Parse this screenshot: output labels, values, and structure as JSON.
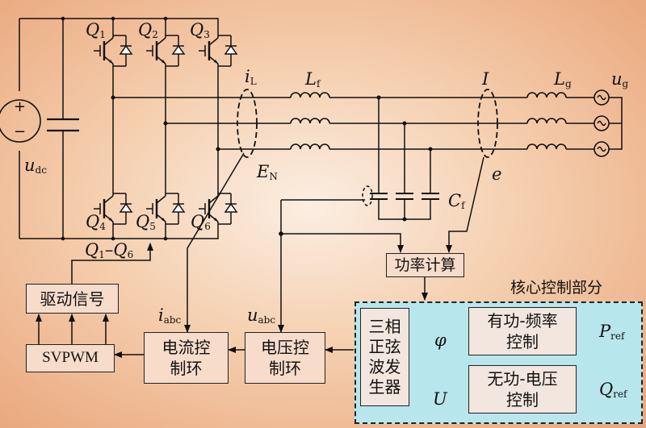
{
  "components": {
    "switches": [
      "Q1",
      "Q2",
      "Q3",
      "Q4",
      "Q5",
      "Q6"
    ],
    "source": {
      "plus": "+",
      "minus": "−"
    }
  },
  "labels": {
    "Q1": {
      "main": "Q",
      "sub": "1"
    },
    "Q2": {
      "main": "Q",
      "sub": "2"
    },
    "Q3": {
      "main": "Q",
      "sub": "3"
    },
    "Q4": {
      "main": "Q",
      "sub": "4"
    },
    "Q5": {
      "main": "Q",
      "sub": "5"
    },
    "Q6": {
      "main": "Q",
      "sub": "6"
    },
    "udc": {
      "main": "u",
      "sub": "dc"
    },
    "iL": {
      "main": "i",
      "sub": "L"
    },
    "Lf": {
      "main": "L",
      "sub": "f"
    },
    "I": {
      "main": "I",
      "sub": ""
    },
    "Lg": {
      "main": "L",
      "sub": "g"
    },
    "ug": {
      "main": "u",
      "sub": "g"
    },
    "EN": {
      "main": "E",
      "sub": "N"
    },
    "Cf": {
      "main": "C",
      "sub": "f"
    },
    "e": {
      "main": "e",
      "sub": ""
    },
    "Q16_a": {
      "main": "Q",
      "sub": "1"
    },
    "Q16_dash": "–",
    "Q16_b": {
      "main": "Q",
      "sub": "6"
    },
    "iabc": {
      "main": "i",
      "sub": "abc"
    },
    "uabc": {
      "main": "u",
      "sub": "abc"
    },
    "phi": "φ",
    "U": "U",
    "Pref": {
      "main": "P",
      "sub": "ref"
    },
    "Qref": {
      "main": "Q",
      "sub": "ref"
    }
  },
  "blocks": {
    "power_calc": "功率计算",
    "drive_signal": "驱动信号",
    "svpwm": "SVPWM",
    "current_loop": [
      "电流控",
      "制环"
    ],
    "voltage_loop": [
      "电压控",
      "制环"
    ],
    "sine_gen": [
      "三相",
      "正弦",
      "波发",
      "生器"
    ],
    "pf_control": [
      "有功-频率",
      "控制"
    ],
    "qv_control": [
      "无功-电压",
      "控制"
    ],
    "core_title": "核心控制部分"
  }
}
